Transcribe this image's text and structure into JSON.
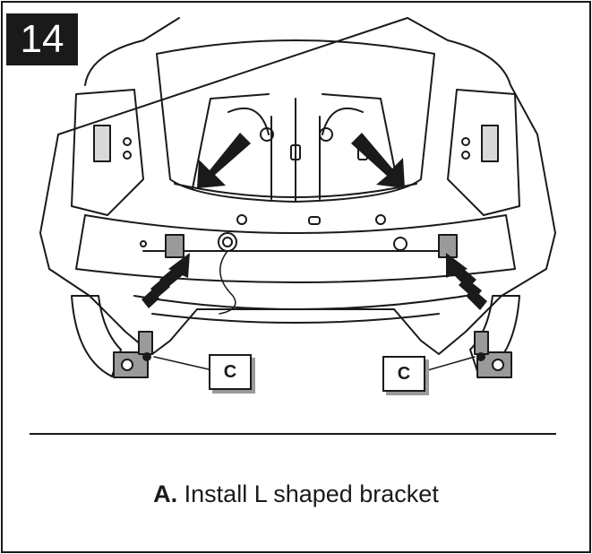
{
  "step": {
    "number": "14"
  },
  "callouts": {
    "left_label": "C",
    "right_label": "C"
  },
  "caption": {
    "prefix": "A.",
    "text": "Install L shaped bracket"
  },
  "colors": {
    "ink": "#1a1a1a",
    "bracket_fill": "#9a9a9a",
    "shadow": "#9a9a9a"
  }
}
